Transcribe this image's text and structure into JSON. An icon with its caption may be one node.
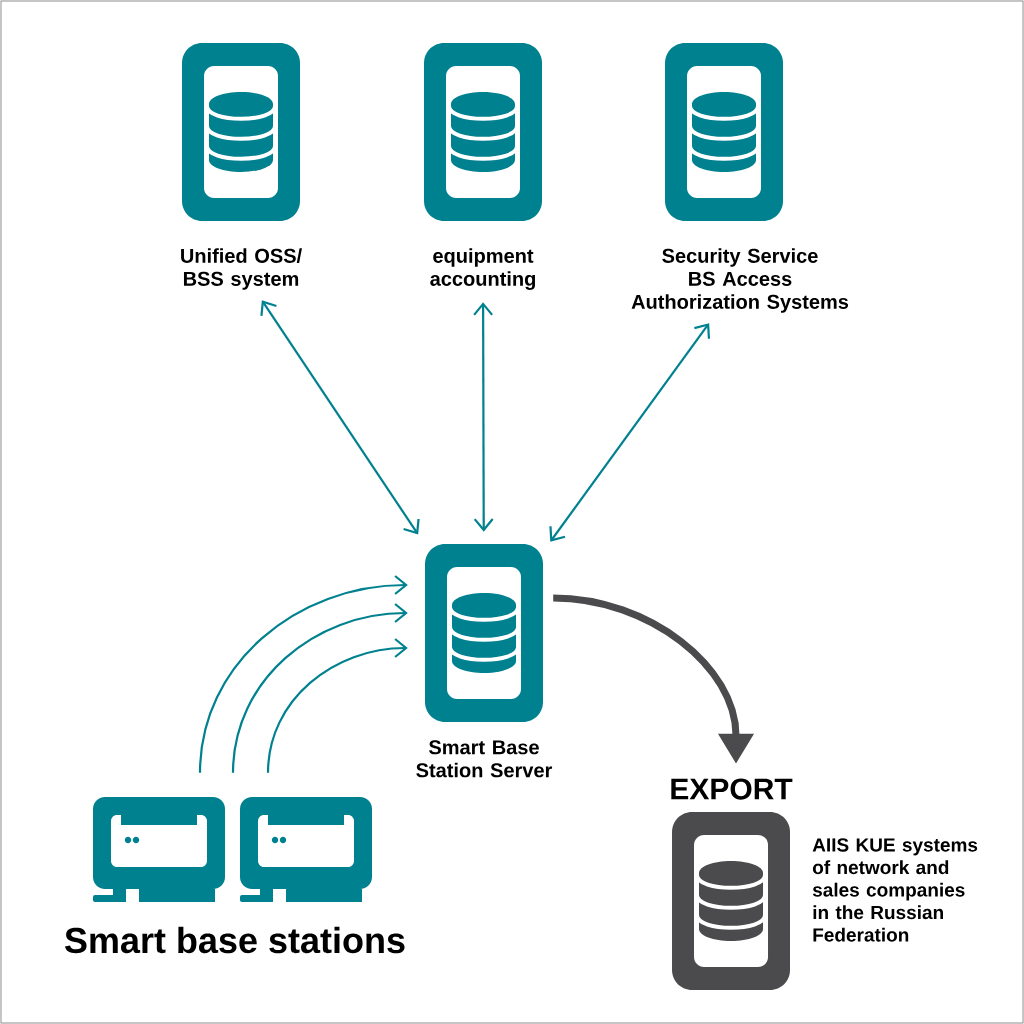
{
  "diagram": {
    "nodes": [
      {
        "text": [
          "Unified OSS/ BSS system"
        ]
      },
      {
        "text": [
          "equipment accounting"
        ]
      },
      {
        "text": [
          "Security Service BS Access Authorization Systems"
        ]
      },
      {
        "text": [
          "Smart Base Station Server"
        ]
      },
      {
        "text": [
          "Smart base stations"
        ]
      },
      {
        "text": [
          "EXPORT"
        ],
        "beside": [
          "AIIS KUE systems of network and sales companies in the Russian Federation"
        ]
      }
    ],
    "edges": [
      {
        "from": 0,
        "to": 3,
        "arrow": "both"
      },
      {
        "from": 1,
        "to": 3,
        "arrow": "both"
      },
      {
        "from": 2,
        "to": 3,
        "arrow": "both"
      },
      {
        "from": 4,
        "to": 3,
        "arrow": "to"
      },
      {
        "from": 4,
        "to": 3,
        "arrow": "to"
      },
      {
        "from": 4,
        "to": 3,
        "arrow": "to"
      },
      {
        "from": 3,
        "to": 5,
        "arrow": "to",
        "style": "thick",
        "color": "#4b4b4d"
      }
    ]
  }
}
